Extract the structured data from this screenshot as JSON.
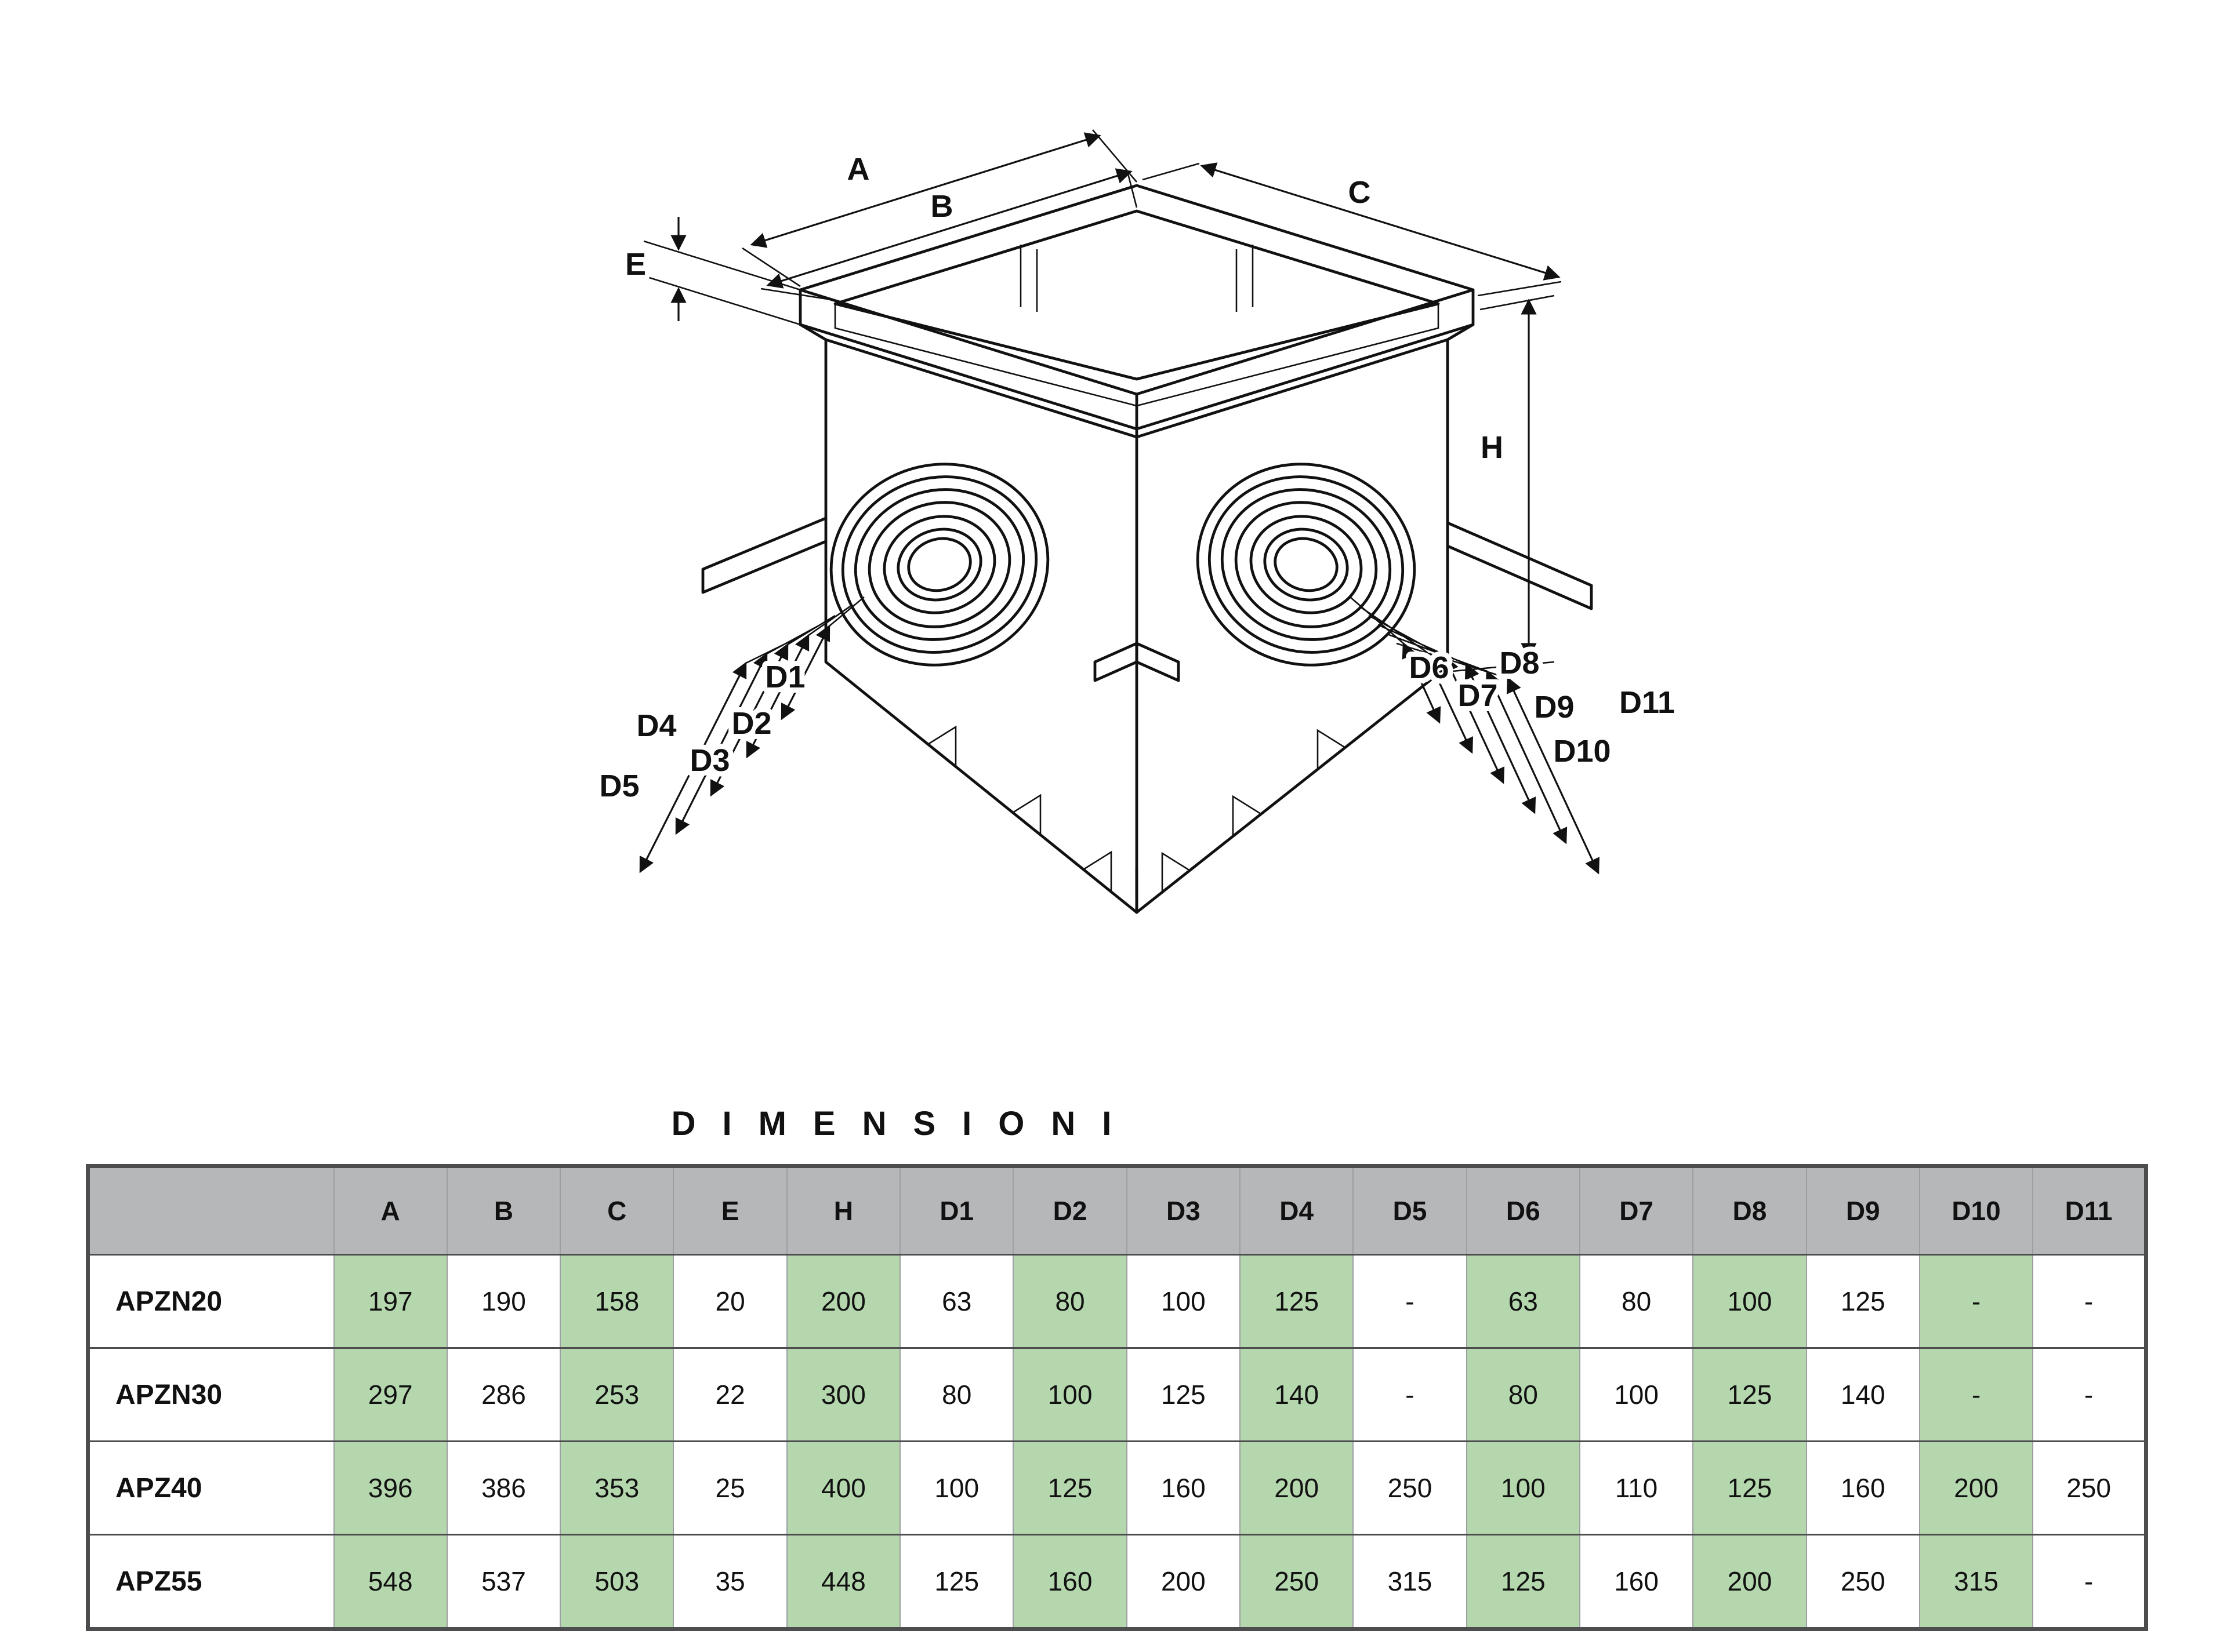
{
  "title": "DIMENSIONI",
  "diagram": {
    "labels": [
      "A",
      "B",
      "C",
      "E",
      "H",
      "D1",
      "D2",
      "D3",
      "D4",
      "D5",
      "D6",
      "D7",
      "D8",
      "D9",
      "D10",
      "D11"
    ]
  },
  "table": {
    "header": [
      "",
      "A",
      "B",
      "C",
      "E",
      "H",
      "D1",
      "D2",
      "D3",
      "D4",
      "D5",
      "D6",
      "D7",
      "D8",
      "D9",
      "D10",
      "D11"
    ],
    "rows": [
      {
        "model": "APZN20",
        "values": [
          "197",
          "190",
          "158",
          "20",
          "200",
          "63",
          "80",
          "100",
          "125",
          "-",
          "63",
          "80",
          "100",
          "125",
          "-",
          "-"
        ]
      },
      {
        "model": "APZN30",
        "values": [
          "297",
          "286",
          "253",
          "22",
          "300",
          "80",
          "100",
          "125",
          "140",
          "-",
          "80",
          "100",
          "125",
          "140",
          "-",
          "-"
        ]
      },
      {
        "model": "APZ40",
        "values": [
          "396",
          "386",
          "353",
          "25",
          "400",
          "100",
          "125",
          "160",
          "200",
          "250",
          "100",
          "110",
          "125",
          "160",
          "200",
          "250"
        ]
      },
      {
        "model": "APZ55",
        "values": [
          "548",
          "537",
          "503",
          "35",
          "448",
          "125",
          "160",
          "200",
          "250",
          "315",
          "125",
          "160",
          "200",
          "250",
          "315",
          "-"
        ]
      }
    ]
  },
  "colors": {
    "green_highlight": "#b5d7ae",
    "header_gray": "#b6b7b9",
    "table_border": "#4d4d4f",
    "line_color": "#111111"
  }
}
